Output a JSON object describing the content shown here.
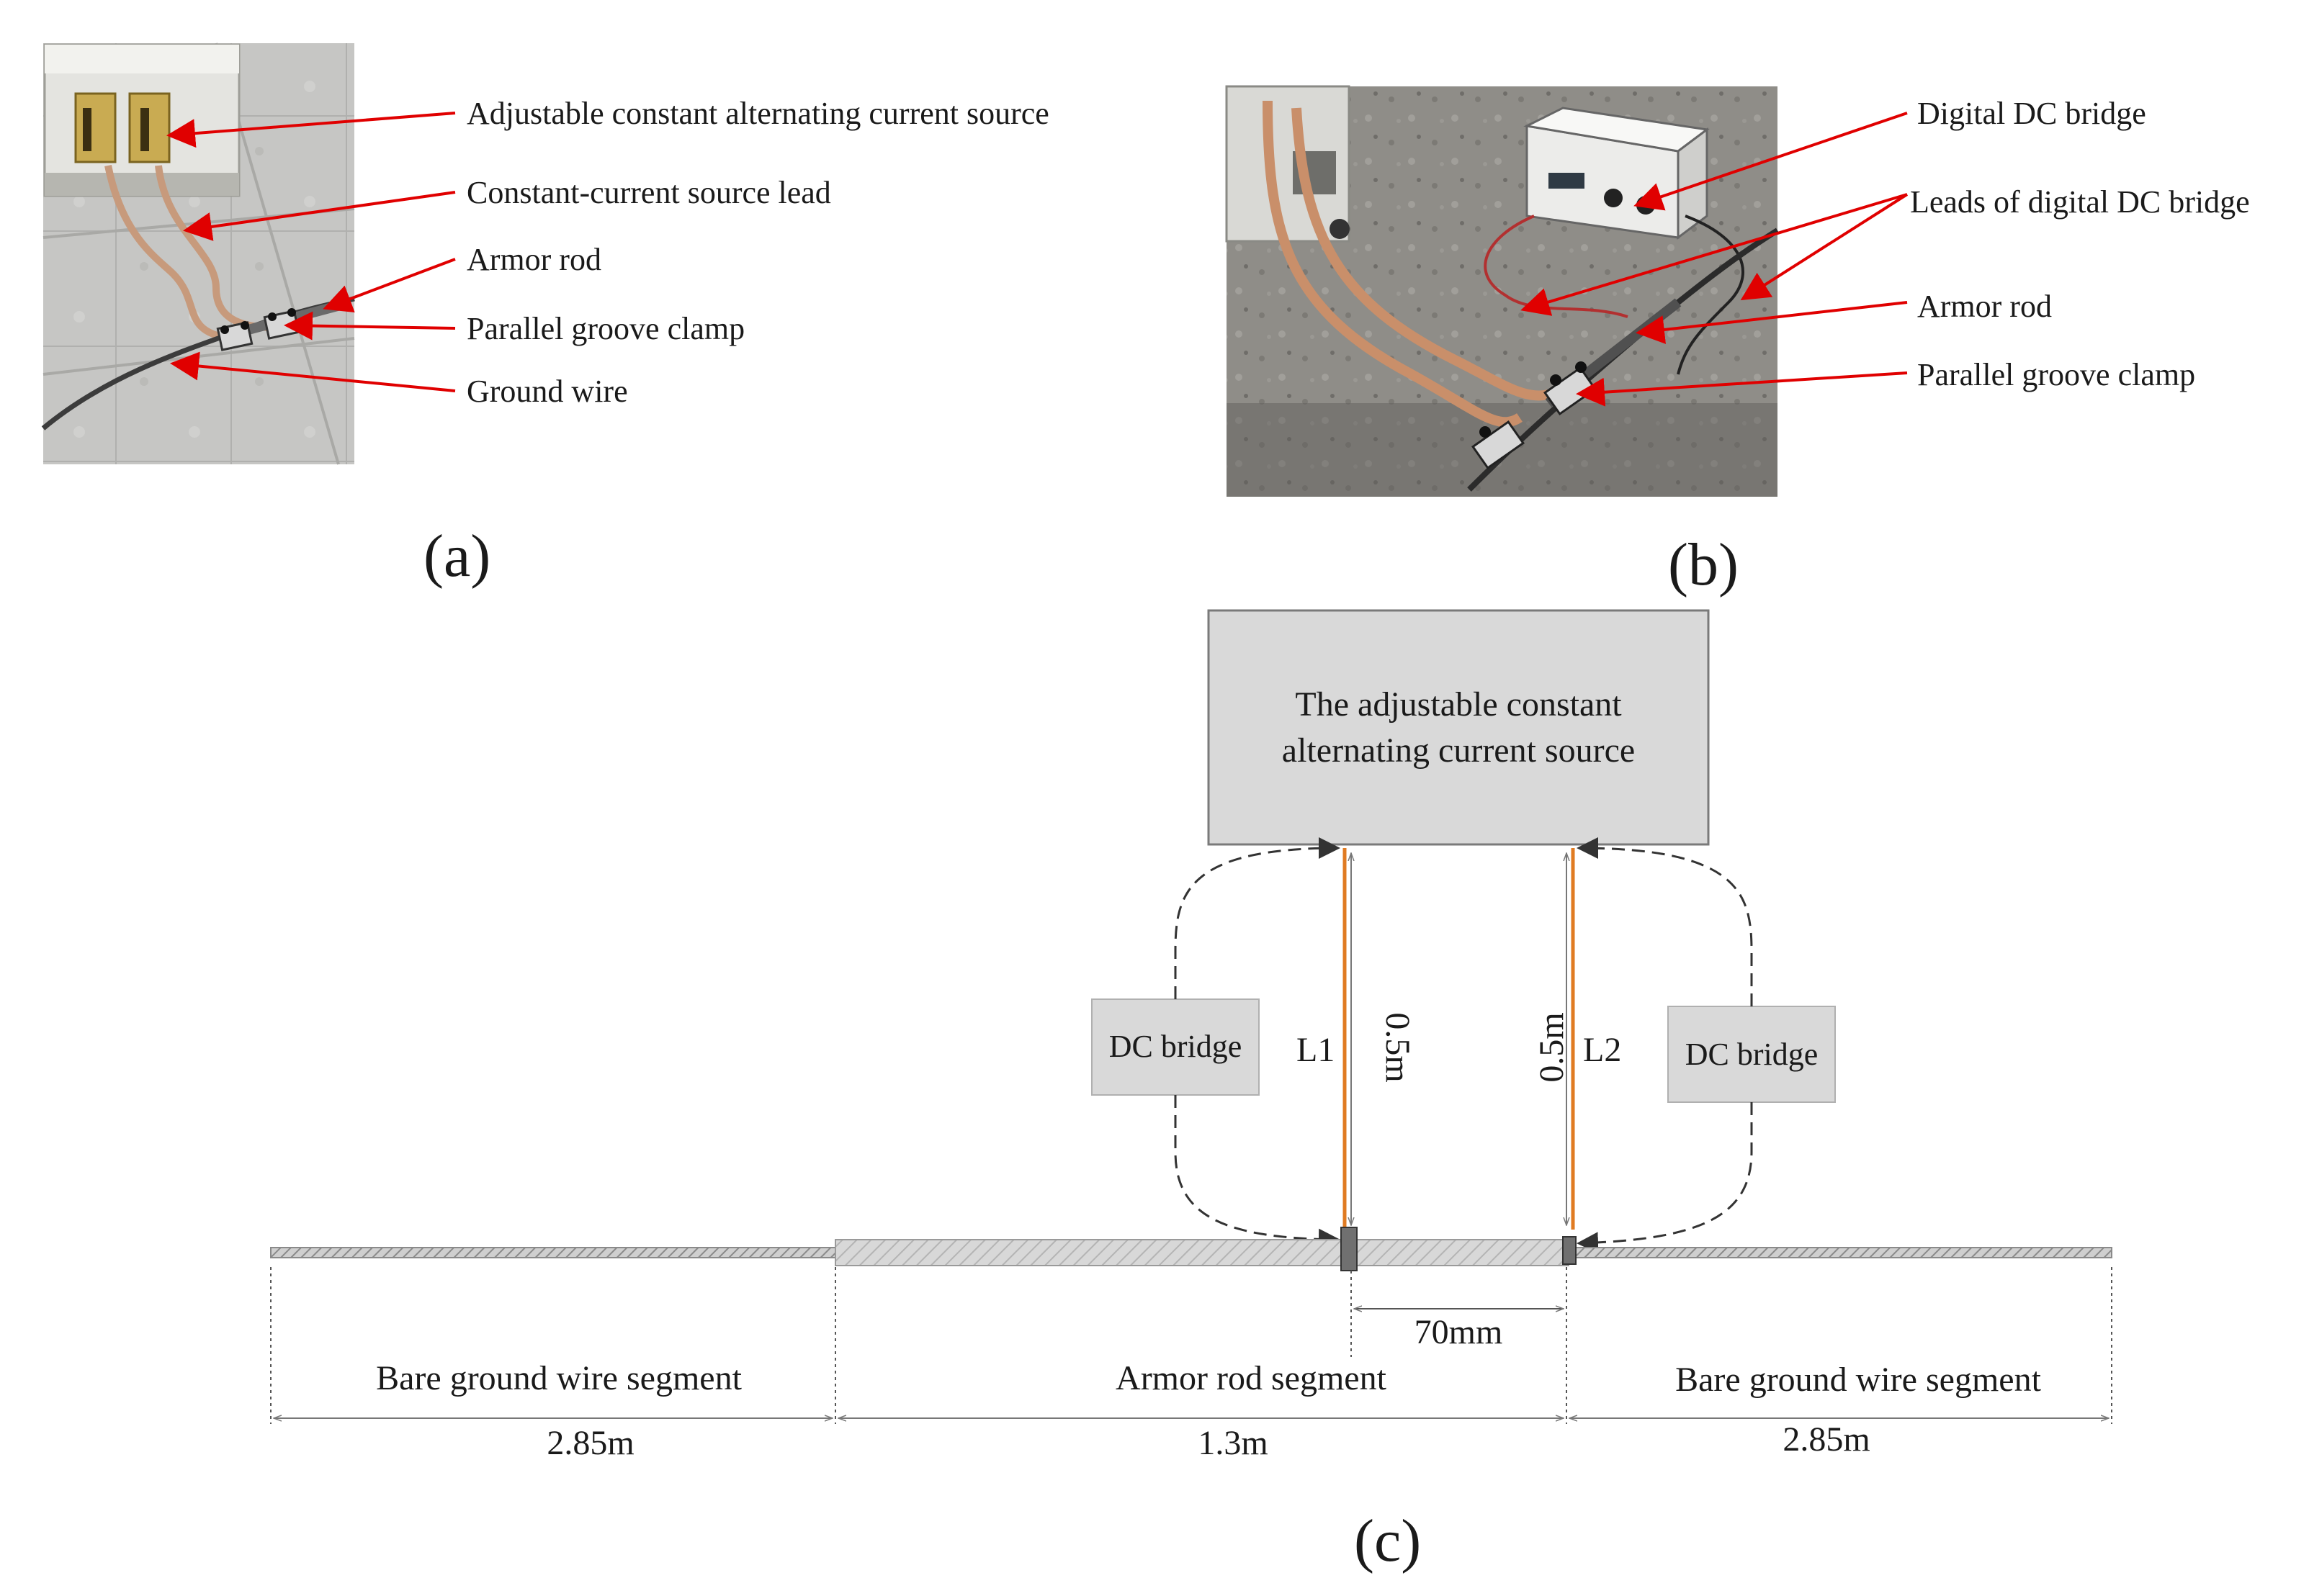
{
  "photo_a": {
    "annotations": [
      "Adjustable constant alternating current source",
      "Constant-current source lead",
      "Armor rod",
      "Parallel groove clamp",
      "Ground wire"
    ],
    "panel_label": "(a)"
  },
  "photo_b": {
    "annotations": [
      "Digital DC bridge",
      "Leads of digital DC bridge",
      "Armor rod",
      "Parallel groove clamp"
    ],
    "panel_label": "(b)"
  },
  "schematic": {
    "source_box": {
      "line1": "The adjustable constant",
      "line2": "alternating current source"
    },
    "bridge_left": "DC bridge",
    "bridge_right": "DC bridge",
    "lead_left": "L1",
    "lead_right": "L2",
    "lead_length_left": "0.5m",
    "lead_length_right": "0.5m",
    "clamp_spacing": "70mm",
    "segments": [
      {
        "label": "Bare ground wire segment",
        "length": "2.85m"
      },
      {
        "label": "Armor rod segment",
        "length": "1.3m"
      },
      {
        "label": "Bare ground wire segment",
        "length": "2.85m"
      }
    ],
    "panel_label": "(c)"
  },
  "colors": {
    "annotation_arrow": "#e00000",
    "lead_wire": "#e07b22",
    "box_fill": "#d9d9d9"
  },
  "icons": {
    "arrowheads": "arrow-icon"
  }
}
